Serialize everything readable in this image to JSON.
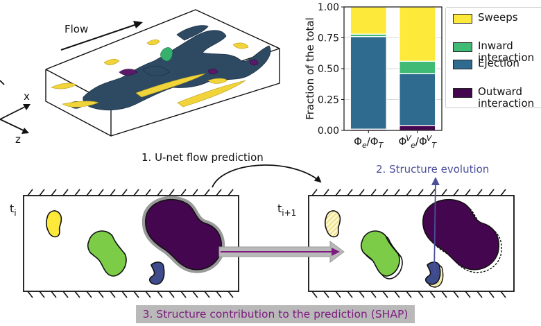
{
  "visualization": {
    "flow_label": "Flow",
    "axis_x": "x",
    "axis_z": "z"
  },
  "chart_data": {
    "type": "bar",
    "stacked": true,
    "categories": [
      "Φe/ΦT",
      "ΦeV/ΦTV"
    ],
    "category_labels": [
      {
        "main": "Φ",
        "sub": "e",
        "mid": "/Φ",
        "sub2": "T",
        "sup": "",
        "sup2": ""
      },
      {
        "main": "Φ",
        "sub": "e",
        "mid": "/Φ",
        "sub2": "T",
        "sup": "V",
        "sup2": "V"
      }
    ],
    "ylabel": "Fraction of the total",
    "ylim": [
      0,
      1
    ],
    "yticks": [
      "0.00",
      "0.25",
      "0.50",
      "0.75",
      "1.00"
    ],
    "grid": true,
    "legend_position": "right",
    "series": [
      {
        "name": "Outward\ninteraction",
        "color": "#44064f",
        "values": [
          0.01,
          0.04
        ]
      },
      {
        "name": "Ejection",
        "color": "#2f6b8f",
        "values": [
          0.75,
          0.42
        ]
      },
      {
        "name": "Inward\ninteraction",
        "color": "#3fbb75",
        "values": [
          0.02,
          0.1
        ]
      },
      {
        "name": "Sweeps",
        "color": "#fde93a",
        "values": [
          0.22,
          0.44
        ]
      }
    ]
  },
  "diagram": {
    "step1": "1. U-net flow prediction",
    "step2": "2. Structure evolution",
    "step3": "3. Structure contribution to the prediction (SHAP)",
    "t_left_main": "t",
    "t_left_sub": "i",
    "t_right_main": "t",
    "t_right_sub": "i+1"
  },
  "colors": {
    "yellow": "#fde93a",
    "green": "#7ccc48",
    "purple": "#44064f",
    "blue": "#3f4c8c",
    "gray": "#9a9a9a",
    "step2": "#4b4f9a",
    "step3": "#7d1b7e"
  }
}
